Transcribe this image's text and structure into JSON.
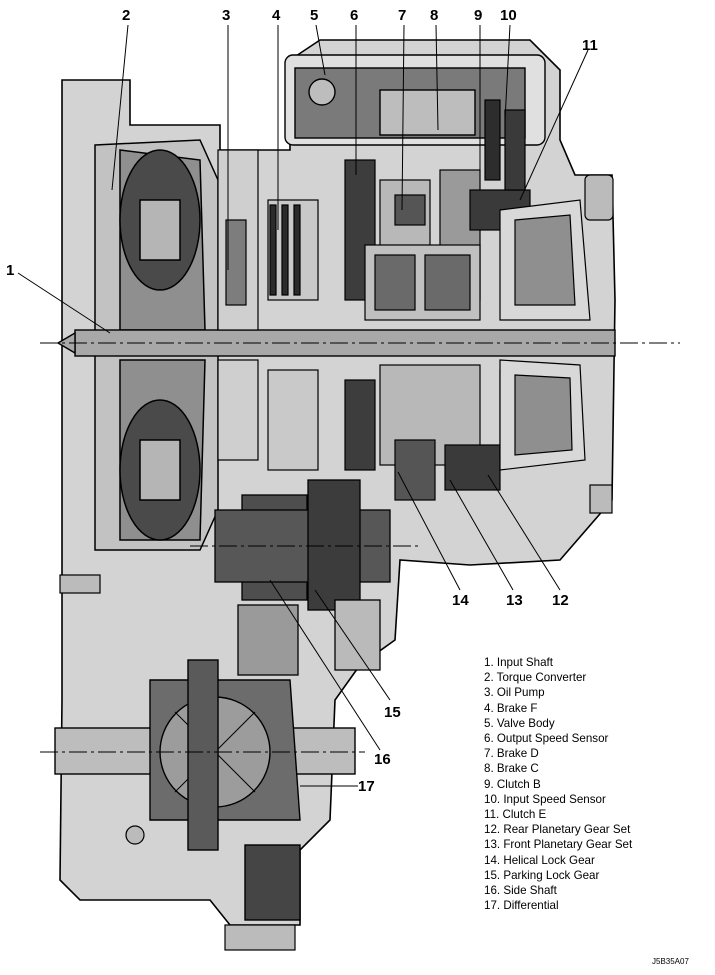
{
  "callouts": [
    "1",
    "2",
    "3",
    "4",
    "5",
    "6",
    "7",
    "8",
    "9",
    "10",
    "11",
    "12",
    "13",
    "14",
    "15",
    "16",
    "17"
  ],
  "legend": [
    "1. Input Shaft",
    "2. Torque Converter",
    "3. Oil Pump",
    "4. Brake F",
    "5. Valve Body",
    "6. Output Speed Sensor",
    "7. Brake D",
    "8. Brake C",
    "9. Clutch B",
    "10. Input Speed Sensor",
    "11. Clutch  E",
    "12. Rear Planetary Gear Set",
    "13. Front Planetary Gear Set",
    "14. Helical Lock Gear",
    "15. Parking Lock Gear",
    "16. Side Shaft",
    "17. Differential"
  ],
  "figure_code": "J5B35A07",
  "colors": {
    "line": "#000000",
    "casing": "#d0d0d0",
    "part": "#9a9a9a",
    "dark": "#3a3a3a",
    "background": "#ffffff"
  }
}
